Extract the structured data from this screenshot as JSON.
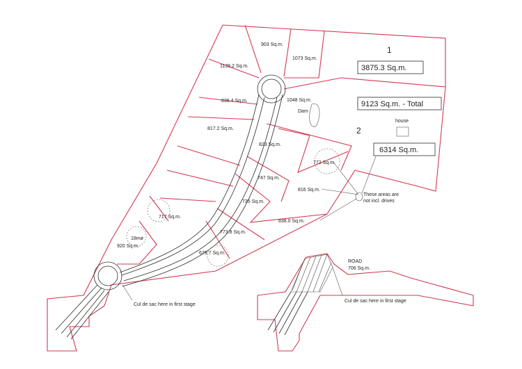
{
  "lots": {
    "l903": "903 Sq.m.",
    "l1073": "1073 Sq.m.",
    "l1139": "1139.2 Sq.m.",
    "l836": "836.4 Sq.m.",
    "l1048": "1048 Sq.m.",
    "dam": "Dam",
    "l817": "817.2 Sq.m.",
    "l823": "823 Sq.m.",
    "l772": "772 Sq.m.",
    "l747": "747 Sq.m.",
    "l816": "816 Sq.m.",
    "l735": "735 Sq.m.",
    "l838": "838.0 Sq.m.",
    "l717": "717 Sq.m.",
    "l773": "773.8 Sq.m.",
    "l679": "679.7 Sq.m.",
    "l920": "920 Sq.m.",
    "dia": "18mø"
  },
  "parcel1": {
    "number": "1",
    "area": "3875.3 Sq.m."
  },
  "total": "9123 Sq.m. - Total",
  "parcel2": {
    "number": "2",
    "house": "house",
    "area": "6314 Sq.m."
  },
  "note": {
    "line1": "These areas are",
    "line2": "not incl. drives"
  },
  "culdesac_left": "Cul de sac here in first stage",
  "road_inset": {
    "label": "ROAD",
    "area": "706 Sq.m."
  },
  "culdesac_right": "Cul de sac here in first stage",
  "colors": {
    "boundary": "#d2384f",
    "linework": "#2a2a2a"
  }
}
